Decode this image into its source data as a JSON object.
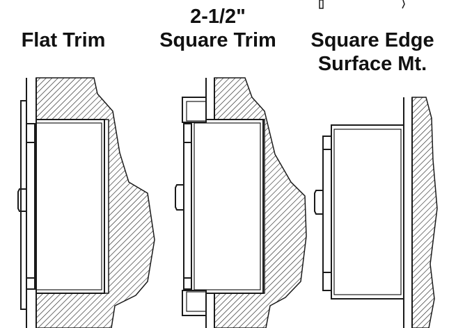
{
  "labels": {
    "flat_trim": "Flat Trim",
    "square_trim_line1": "2-1/2\"",
    "square_trim_line2": "Square Trim",
    "surface_line1": "Square Edge",
    "surface_line2": "Surface Mt."
  },
  "colors": {
    "line": "#1a1a1a",
    "background": "#ffffff"
  }
}
